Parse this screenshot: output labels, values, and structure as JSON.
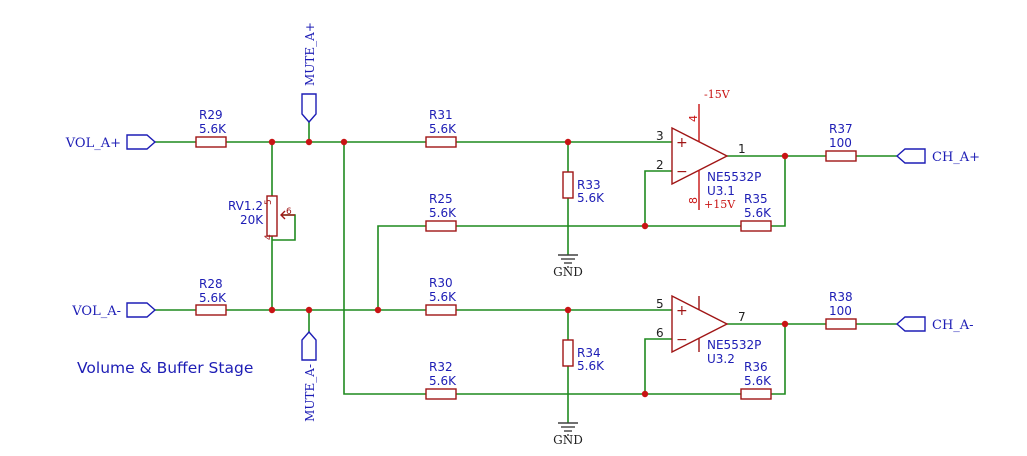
{
  "colors": {
    "wire": "#1f8a1f",
    "part": "#a01515",
    "port": "#1d1db5",
    "text": "#1d1db5",
    "junction": "#c81414",
    "power": "#c81414",
    "ground": "#404040"
  },
  "title": "Volume & Buffer Stage",
  "ports": {
    "vol_a_pos": "VOL_A+",
    "vol_a_neg": "VOL_A-",
    "ch_a_pos": "CH_A+",
    "ch_a_neg": "CH_A-",
    "mute_a_pos": "MUTE_A+",
    "mute_a_neg": "MUTE_A-"
  },
  "resistors": {
    "r29": {
      "ref": "R29",
      "value": "5.6K"
    },
    "r28": {
      "ref": "R28",
      "value": "5.6K"
    },
    "r31": {
      "ref": "R31",
      "value": "5.6K"
    },
    "r25": {
      "ref": "R25",
      "value": "5.6K"
    },
    "r30": {
      "ref": "R30",
      "value": "5.6K"
    },
    "r32": {
      "ref": "R32",
      "value": "5.6K"
    },
    "r33": {
      "ref": "R33",
      "value": "5.6K"
    },
    "r34": {
      "ref": "R34",
      "value": "5.6K"
    },
    "r35": {
      "ref": "R35",
      "value": "5.6K"
    },
    "r36": {
      "ref": "R36",
      "value": "5.6K"
    },
    "r37": {
      "ref": "R37",
      "value": "100"
    },
    "r38": {
      "ref": "R38",
      "value": "100"
    }
  },
  "pot": {
    "ref": "RV1.2",
    "value": "20K",
    "pin_a": "5",
    "pin_w": "6",
    "pin_b": "4"
  },
  "opamps": {
    "u31": {
      "part": "NE5532P",
      "ref": "U3.1",
      "pin_pos": "3",
      "pin_neg": "2",
      "pin_out": "1",
      "pin_vneg": "4",
      "pin_vpos": "8"
    },
    "u32": {
      "part": "NE5532P",
      "ref": "U3.2",
      "pin_pos": "5",
      "pin_neg": "6",
      "pin_out": "7"
    }
  },
  "power": {
    "neg": "-15V",
    "pos": "+15V"
  },
  "ground": "GND",
  "symbols": {
    "plus": "+",
    "minus": "−"
  }
}
